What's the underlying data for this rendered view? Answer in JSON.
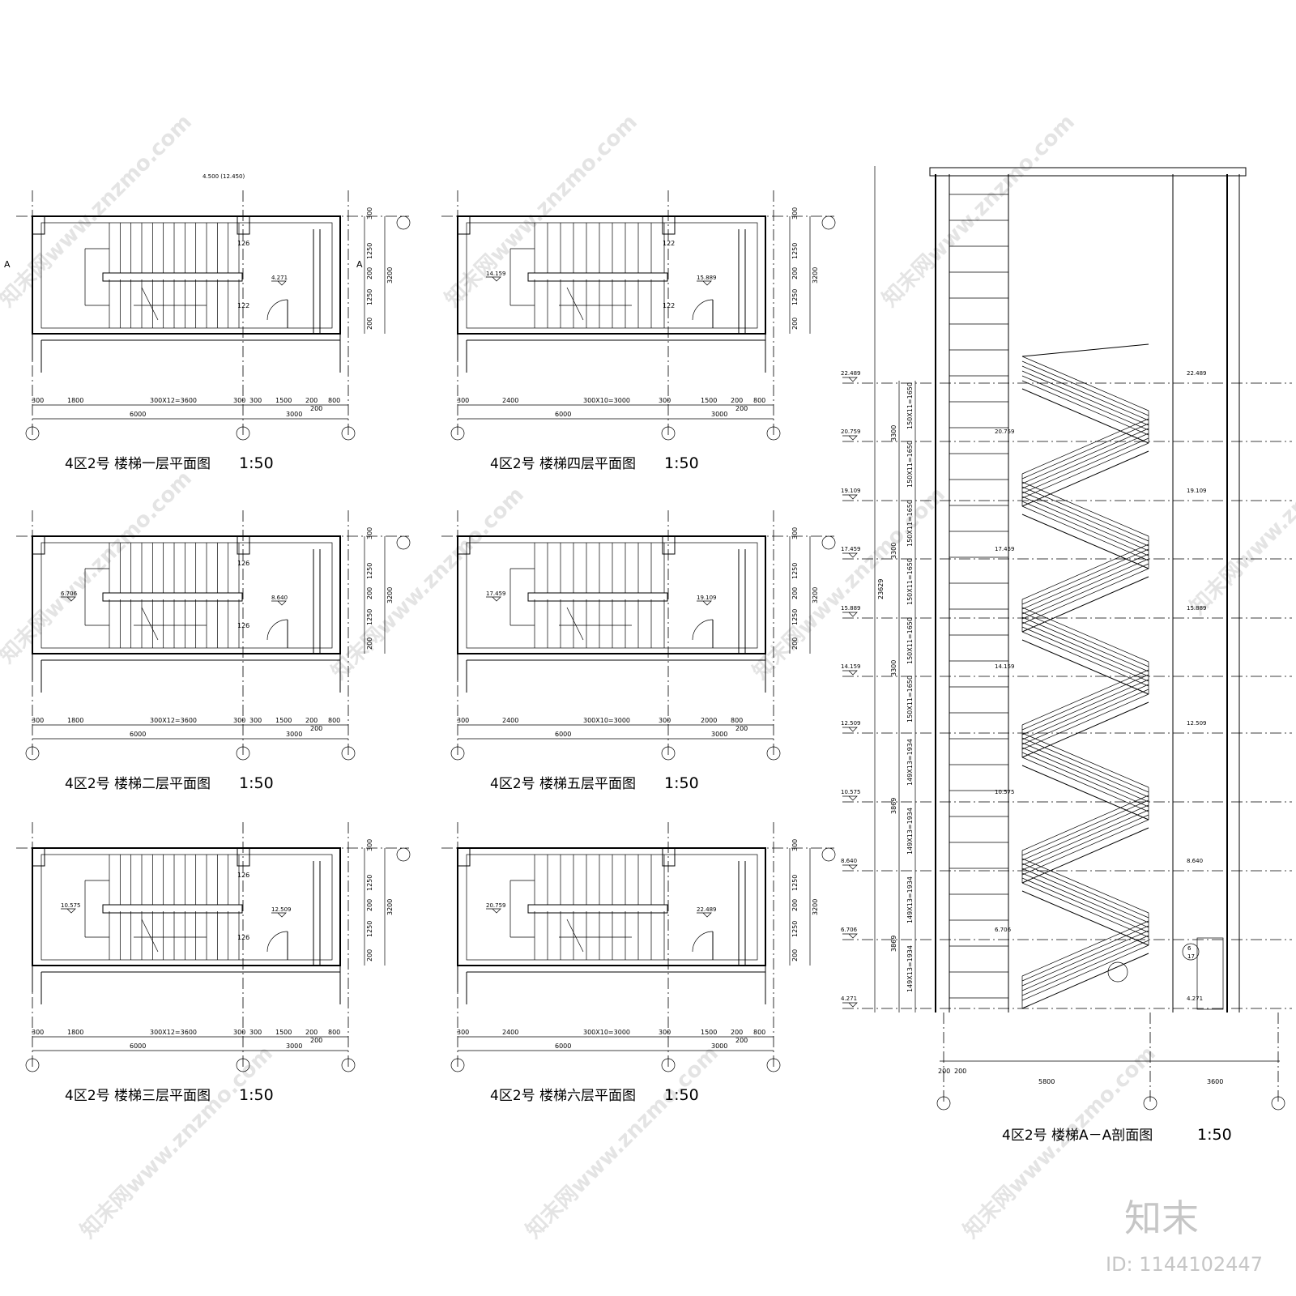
{
  "plans": [
    {
      "title": "4区2号 楼梯一层平面图",
      "scale": "1:50",
      "dims_top": [
        "300",
        "1800",
        "300X12=3600",
        "300",
        "300",
        "1500",
        "200",
        "800"
      ],
      "dims_bottom": [
        "6000",
        "3000"
      ],
      "dims_small": "200",
      "dims_right": [
        "300",
        "1250",
        "200",
        "1250",
        "200"
      ],
      "dim_right_total": "3200",
      "levels": [
        "4.271"
      ],
      "stair_notes": [
        "126",
        "122"
      ],
      "section_mark": "A",
      "top_level": "4.500 (12.450)"
    },
    {
      "title": "4区2号 楼梯四层平面图",
      "scale": "1:50",
      "dims_top": [
        "300",
        "2400",
        "300X10=3000",
        "300",
        "1500",
        "200",
        "800"
      ],
      "dims_bottom": [
        "6000",
        "3000"
      ],
      "dims_small": "200",
      "dims_right": [
        "300",
        "1250",
        "200",
        "1250",
        "200"
      ],
      "dim_right_total": "3200",
      "levels": [
        "14.159",
        "15.889"
      ],
      "stair_notes": [
        "122",
        "122"
      ]
    },
    {
      "title": "4区2号 楼梯二层平面图",
      "scale": "1:50",
      "dims_top": [
        "300",
        "1800",
        "300X12=3600",
        "300",
        "300",
        "1500",
        "200",
        "800"
      ],
      "dims_bottom": [
        "6000",
        "3000"
      ],
      "dims_small": "200",
      "dims_right": [
        "300",
        "1250",
        "200",
        "1250",
        "200"
      ],
      "dim_right_total": "3200",
      "levels": [
        "6.706",
        "8.640"
      ],
      "stair_notes": [
        "126",
        "126"
      ]
    },
    {
      "title": "4区2号 楼梯五层平面图",
      "scale": "1:50",
      "dims_top": [
        "300",
        "2400",
        "300X10=3000",
        "300",
        "2000",
        "800"
      ],
      "dims_bottom": [
        "6000",
        "3000"
      ],
      "dims_small": "200",
      "dims_right": [
        "300",
        "1250",
        "200",
        "1250",
        "200"
      ],
      "dim_right_total": "3200",
      "levels": [
        "17.459",
        "19.109"
      ],
      "stair_notes": []
    },
    {
      "title": "4区2号 楼梯三层平面图",
      "scale": "1:50",
      "dims_top": [
        "300",
        "1800",
        "300X12=3600",
        "300",
        "300",
        "1500",
        "200",
        "800"
      ],
      "dims_bottom": [
        "6000",
        "3000"
      ],
      "dims_small": "200",
      "dims_right": [
        "300",
        "1250",
        "200",
        "1250",
        "200"
      ],
      "dim_right_total": "3200",
      "levels": [
        "10.575",
        "12.509"
      ],
      "stair_notes": [
        "126",
        "126"
      ]
    },
    {
      "title": "4区2号 楼梯六层平面图",
      "scale": "1:50",
      "dims_top": [
        "300",
        "2400",
        "300X10=3000",
        "300",
        "1500",
        "200",
        "800"
      ],
      "dims_bottom": [
        "6000",
        "3000"
      ],
      "dims_small": "200",
      "dims_right": [
        "300",
        "1250",
        "200",
        "1250",
        "200"
      ],
      "dim_right_total": "3200",
      "levels": [
        "20.759",
        "22.489"
      ],
      "stair_notes": []
    }
  ],
  "section": {
    "title": "4区2号 楼梯A－A剖面图",
    "scale": "1:50",
    "levels_left": [
      "22.489",
      "20.759",
      "19.109",
      "17.459",
      "15.889",
      "14.159",
      "12.509",
      "10.575",
      "8.640",
      "6.706",
      "4.271"
    ],
    "levels_right": [
      "22.489",
      "19.109",
      "15.889",
      "12.509",
      "8.640",
      "4.271"
    ],
    "levels_inner": [
      "20.759",
      "17.459",
      "14.159",
      "10.575",
      "6.706"
    ],
    "flight_dims": [
      "150X11=1650",
      "150X11=1650",
      "150X11=1650",
      "150X11=1650",
      "150X11=1650",
      "150X11=1650",
      "149X13=1934",
      "149X13=1934",
      "149X13=1934",
      "149X13=1934"
    ],
    "storey_dims": [
      "3300",
      "3300",
      "3300",
      "3869",
      "3869"
    ],
    "total_height": "23629",
    "dims_bottom": [
      "200",
      "200",
      "5800",
      "3600"
    ],
    "detail_ref": [
      "6",
      "17"
    ]
  },
  "brand": {
    "name": "知末",
    "id": "ID: 1144102447",
    "watermark": "知末网www.znzmo.com"
  }
}
